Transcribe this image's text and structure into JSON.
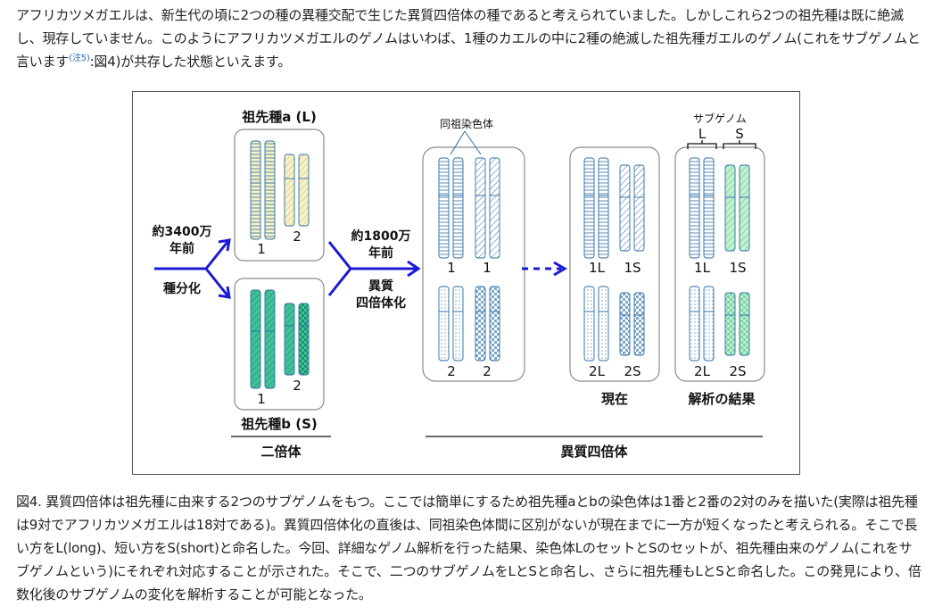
{
  "intro": {
    "part1": "アフリカツメガエルは、新生代の頃に2つの種の異種交配で生じた異質四倍体の種であると考えられていました。しかしこれら2つの祖先種は既に絶滅し、現存していません。このようにアフリカツメガエルのゲノムはいわば、1種のカエルの中に2種の絶滅した祖先種ガエルのゲノム(これをサブゲノムと言います",
    "note": "(注5)",
    "part2": ":図4)が共存した状態といえます。"
  },
  "figure": {
    "ancestor_a": "祖先種a (L)",
    "ancestor_b": "祖先種b (S)",
    "time1_line1": "約3400万",
    "time1_line2": "年前",
    "speciation": "種分化",
    "time2_line1": "約1800万",
    "time2_line2": "年前",
    "allo_line1": "異質",
    "allo_line2": "四倍体化",
    "homolog_label": "同祖染色体",
    "subgenome_label": "サブゲノム",
    "subgenome_l": "L",
    "subgenome_s": "S",
    "num_1": "1",
    "num_2": "2",
    "lab_1l": "1L",
    "lab_1s": "1S",
    "lab_2l": "2L",
    "lab_2s": "2S",
    "present": "現在",
    "analysis": "解析の結果",
    "diploid": "二倍体",
    "allotetraploid": "異質四倍体"
  },
  "colors": {
    "arrow": "#1a1ad6",
    "outline_blue": "#2e6ea6",
    "yellow": "#f6f2c6",
    "green": "#3fc29a",
    "light_green": "#bff0cf",
    "box_border": "#8a8a8a"
  },
  "caption": {
    "text": "図4. 異質四倍体は祖先種に由来する2つのサブゲノムをもつ。ここでは簡単にするため祖先種aとbの染色体は1番と2番の2対のみを描いた(実際は祖先種は9対でアフリカツメガエルは18対である)。異質四倍体化の直後は、同祖染色体間に区別がないが現在までに一方が短くなったと考えられる。そこで長い方をL(long)、短い方をS(short)と命名した。今回、詳細なゲノム解析を行った結果、染色体LのセットとSのセットが、祖先種由来のゲノム(これをサブゲノムという)にそれぞれ対応することが示された。そこで、二つのサブゲノムをLとSと命名し、さらに祖先種もLとSと命名した。この発見により、倍数化後のサブゲノムの変化を解析することが可能となった。"
  }
}
